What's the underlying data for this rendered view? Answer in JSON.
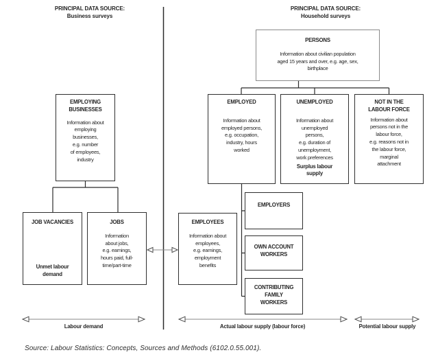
{
  "page": {
    "left_header": {
      "line1": "PRINCIPAL DATA SOURCE:",
      "line2": "Business surveys"
    },
    "right_header": {
      "line1": "PRINCIPAL DATA SOURCE:",
      "line2": "Household surveys"
    },
    "source_note": "Source: Labour Statistics: Concepts, Sources and Methods (6102.0.55.001)."
  },
  "boxes": {
    "persons": {
      "title": "PERSONS",
      "body": "Information about civilian population\naged 15 years and over, e.g. age, sex,\nbirthplace"
    },
    "employed": {
      "title": "EMPLOYED",
      "body": "Information about\nemployed persons,\ne.g. occupation,\nindustry, hours\nworked"
    },
    "unemployed": {
      "title": "UNEMPLOYED",
      "body": "Information about\nunemployed\npersons,\ne.g. duration of\nunemployment,\nwork preferences",
      "footer": "Surplus labour\nsupply"
    },
    "not_in_labour_force": {
      "title": "NOT IN THE\nLABOUR FORCE",
      "body": "Information about\npersons not in the\nlabour force,\ne.g. reasons not in\nthe labour force,\nmarginal\nattachment"
    },
    "employing_businesses": {
      "title": "EMPLOYING\nBUSINESSES",
      "body": "Information about\nemploying\nbusinesses,\ne.g. number\nof employees,\nindustry"
    },
    "job_vacancies": {
      "title": "JOB VACANCIES",
      "footer": "Unmet labour\ndemand"
    },
    "jobs": {
      "title": "JOBS",
      "body": "Information\nabout jobs,\ne.g. earnings,\nhours paid, full-\ntime/part-time"
    },
    "employees": {
      "title": "EMPLOYEES",
      "body": "Information about\nemployees,\ne.g. earnings,\nemployment\nbenefits"
    },
    "employers": {
      "title": "EMPLOYERS"
    },
    "own_account_workers": {
      "title": "OWN ACCOUNT\nWORKERS"
    },
    "contributing_family_workers": {
      "title": "CONTRIBUTING\nFAMILY\nWORKERS"
    }
  },
  "axis_labels": {
    "labour_demand": "Labour demand",
    "actual_labour_supply": "Actual labour supply (labour force)",
    "potential_labour_supply": "Potential labour supply"
  },
  "colors": {
    "text": "#252525",
    "box_border": "#2e2e2e",
    "persons_box_border": "#8a8a8a",
    "connector_line": "#2b2b2b",
    "arrow_shaft": "#8a8a8a",
    "arrowhead_outline": "#4a4a4a"
  }
}
